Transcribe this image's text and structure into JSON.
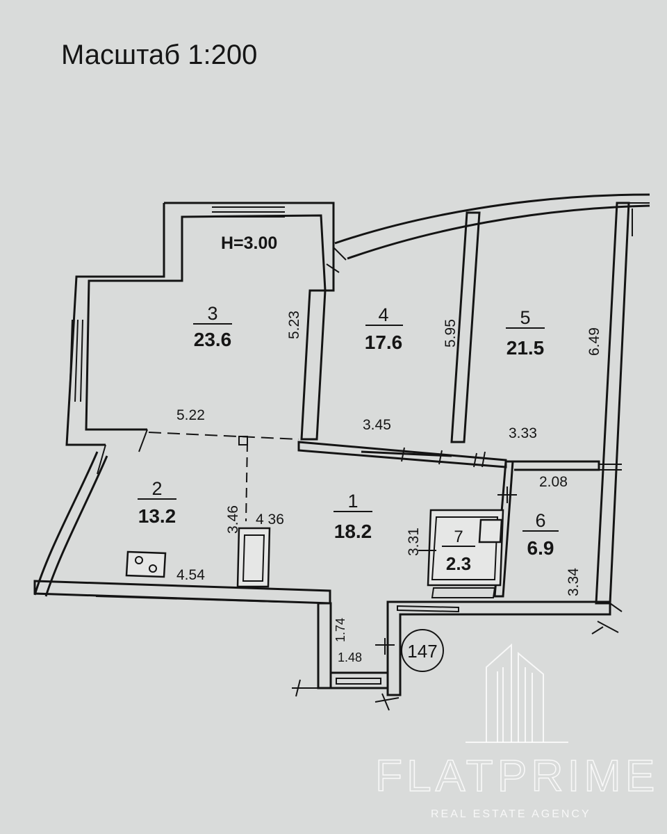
{
  "scale_label": "Масштаб    1:200",
  "ceiling_height": "H=3.00",
  "rooms": [
    {
      "num": "1",
      "area": "18.2"
    },
    {
      "num": "2",
      "area": "13.2"
    },
    {
      "num": "3",
      "area": "23.6"
    },
    {
      "num": "4",
      "area": "17.6"
    },
    {
      "num": "5",
      "area": "21.5"
    },
    {
      "num": "6",
      "area": "6.9"
    },
    {
      "num": "7",
      "area": "2.3"
    }
  ],
  "dimensions": {
    "d523": "5.23",
    "d522": "5.22",
    "d595": "5.95",
    "d345": "3.45",
    "d649": "6.49",
    "d333": "3.33",
    "d208": "2.08",
    "d346": "3.46",
    "d436": "4 36",
    "d331": "3.31",
    "d334": "3.34",
    "d454": "4.54",
    "d174": "1.74",
    "d148": "1.48"
  },
  "flat_number": "147",
  "watermark": {
    "brand": "FLATPRIME",
    "tagline": "REAL ESTATE AGENCY"
  }
}
